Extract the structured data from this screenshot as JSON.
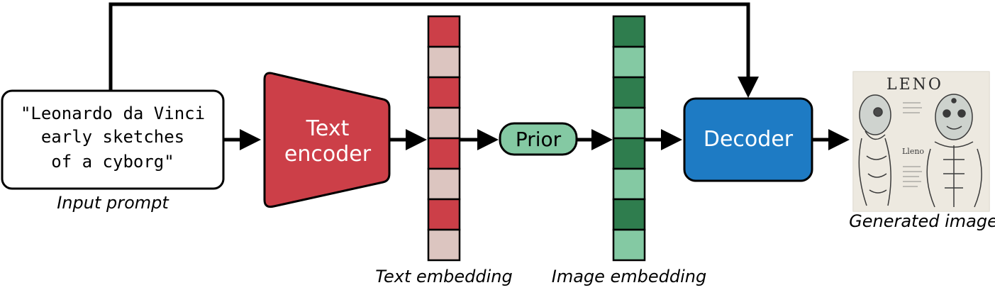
{
  "diagram": {
    "input_prompt": {
      "lines": [
        "\"Leonardo da Vinci",
        "early sketches",
        "of a cyborg\""
      ],
      "caption": "Input prompt"
    },
    "text_encoder": {
      "lines": [
        "Text",
        "encoder"
      ],
      "color": "#cc3f48"
    },
    "text_embedding": {
      "caption": "Text embedding",
      "cells": [
        "dark",
        "light",
        "dark",
        "light",
        "dark",
        "light",
        "dark",
        "light"
      ],
      "dark_color": "#cc3f48",
      "light_color": "#dcc5c0"
    },
    "prior": {
      "label": "Prior",
      "color": "#84c9a3"
    },
    "image_embedding": {
      "caption": "Image embedding",
      "cells": [
        "dark",
        "light",
        "dark",
        "light",
        "dark",
        "light",
        "dark",
        "light"
      ],
      "dark_color": "#2f7d4e",
      "light_color": "#84c9a3"
    },
    "decoder": {
      "label": "Decoder",
      "color": "#1e7bc4"
    },
    "generated_image": {
      "caption": "Generated image",
      "heading": "LENO",
      "subheading": "Lleno"
    }
  }
}
